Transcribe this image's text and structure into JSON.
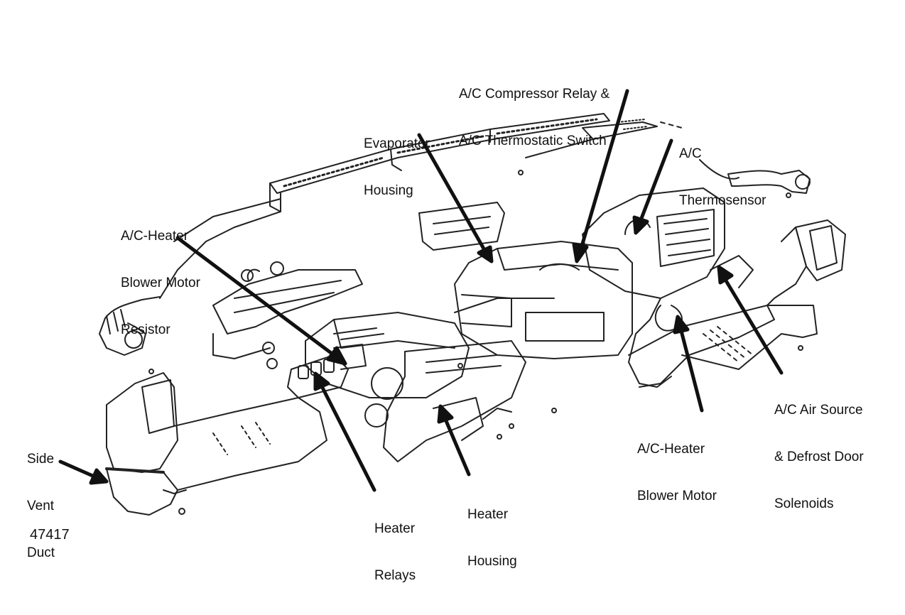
{
  "colors": {
    "ink": "#111111",
    "paper": "#ffffff",
    "line": "#222222"
  },
  "figure_number": "47417",
  "labels": {
    "compressor_relay": [
      "A/C Compressor Relay &",
      "A/C Thermostatic Switch"
    ],
    "evaporator_housing": [
      "Evaporator",
      "Housing"
    ],
    "thermosensor": [
      "A/C",
      "Thermosensor"
    ],
    "blower_resistor": [
      "A/C-Heater",
      "Blower Motor",
      "Resistor"
    ],
    "side_vent_duct": [
      "Side",
      "Vent",
      "Duct"
    ],
    "heater_relays": [
      "Heater",
      "Relays"
    ],
    "heater_housing": [
      "Heater",
      "Housing"
    ],
    "blower_motor": [
      "A/C-Heater",
      "Blower Motor"
    ],
    "air_source_solenoids": [
      "A/C Air Source",
      "& Defrost Door",
      "Solenoids"
    ]
  },
  "icons": [
    "drawing-of-ac-heater-system"
  ]
}
